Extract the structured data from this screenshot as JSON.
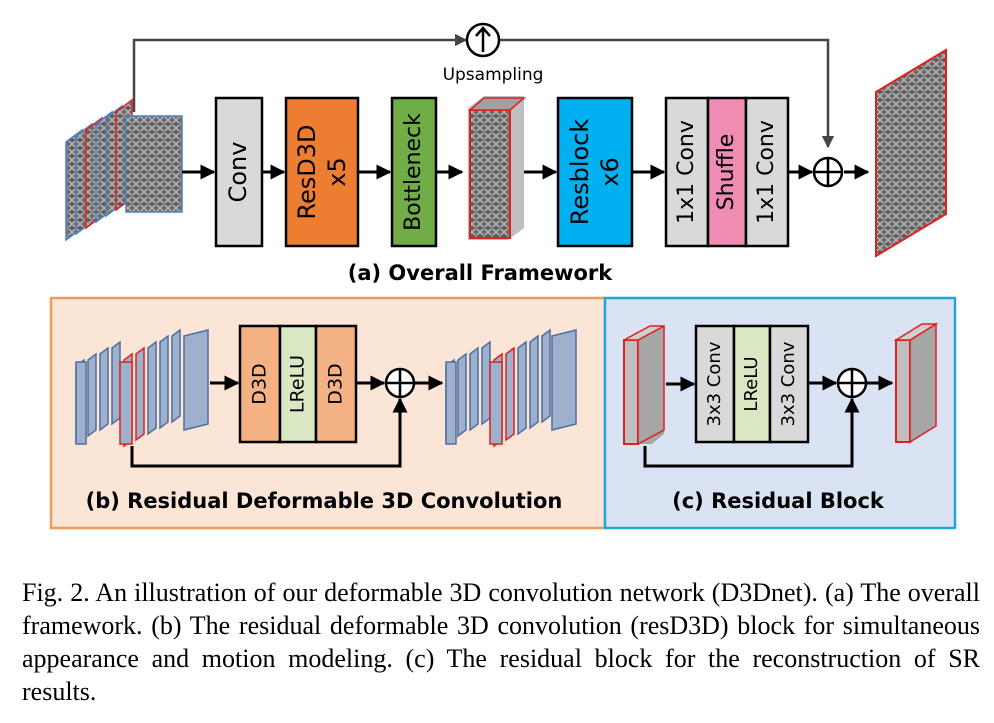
{
  "framework": {
    "upsampling_label": "Upsampling",
    "blocks": {
      "conv": "Conv",
      "resd3d": "ResD3D",
      "resd3d_mult": "x5",
      "bottleneck": "Bottleneck",
      "resblock": "Resblock",
      "resblock_mult": "x6",
      "conv1x1_a": "1x1 Conv",
      "shuffle": "Shuffle",
      "conv1x1_b": "1x1 Conv"
    },
    "title": "(a) Overall Framework"
  },
  "panel_b": {
    "blocks": {
      "d3d_a": "D3D",
      "lrelu": "LReLU",
      "d3d_b": "D3D"
    },
    "title": "(b) Residual Deformable 3D Convolution"
  },
  "panel_c": {
    "blocks": {
      "conv3x3_a": "3x3 Conv",
      "lrelu": "LReLU",
      "conv3x3_b": "3x3 Conv"
    },
    "title": "(c) Residual Block"
  },
  "caption": "Fig. 2.  An illustration of our deformable 3D convolution network (D3Dnet). (a) The overall framework. (b) The residual deformable 3D convolution (resD3D) block for simultaneous appearance and motion modeling. (c) The residual block for the reconstruction of SR results.",
  "colors": {
    "conv_gray": "#d9d9d9",
    "resd3d_orange": "#ed7d31",
    "bottleneck_green": "#70ad47",
    "resblock_blue": "#00b0f0",
    "shuffle_pink": "#f08cb4",
    "panel_b_bg": "#fbe5d6",
    "panel_b_border": "#ed9b56",
    "panel_c_bg": "#dae3f3",
    "panel_c_border": "#1fa7dd",
    "d3d_peach": "#f4b183",
    "lrelu_green": "#d9e7c2",
    "frame_blue": "#5b7fb4",
    "frame_red": "#e02020"
  }
}
